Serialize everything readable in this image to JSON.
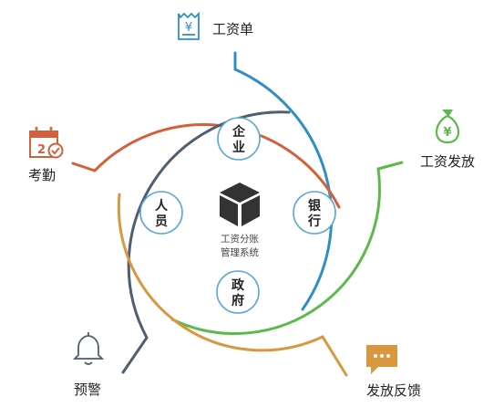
{
  "center": {
    "line1": "工资分账",
    "line2": "管理系统",
    "icon": "cube-icon"
  },
  "nodes": {
    "enterprise": {
      "char1": "企",
      "char2": "业"
    },
    "bank": {
      "char1": "银",
      "char2": "行"
    },
    "government": {
      "char1": "政",
      "char2": "府"
    },
    "personnel": {
      "char1": "人",
      "char2": "员"
    }
  },
  "outer": {
    "payslip": {
      "label": "工资单",
      "icon": "receipt-icon",
      "color": "#2f8fc4"
    },
    "pay_out": {
      "label": "工资发放",
      "icon": "money-bag-icon",
      "color": "#5cb94a"
    },
    "feedback": {
      "label": "发放反馈",
      "icon": "chat-icon",
      "color": "#d9973f"
    },
    "warning": {
      "label": "预警",
      "icon": "bell-icon",
      "color": "#4d5f70"
    },
    "attendance": {
      "label": "考勤",
      "icon": "calendar-check-icon",
      "color": "#d2603a"
    }
  },
  "colors": {
    "node_border": "#5aa7d8",
    "text": "#222222"
  }
}
